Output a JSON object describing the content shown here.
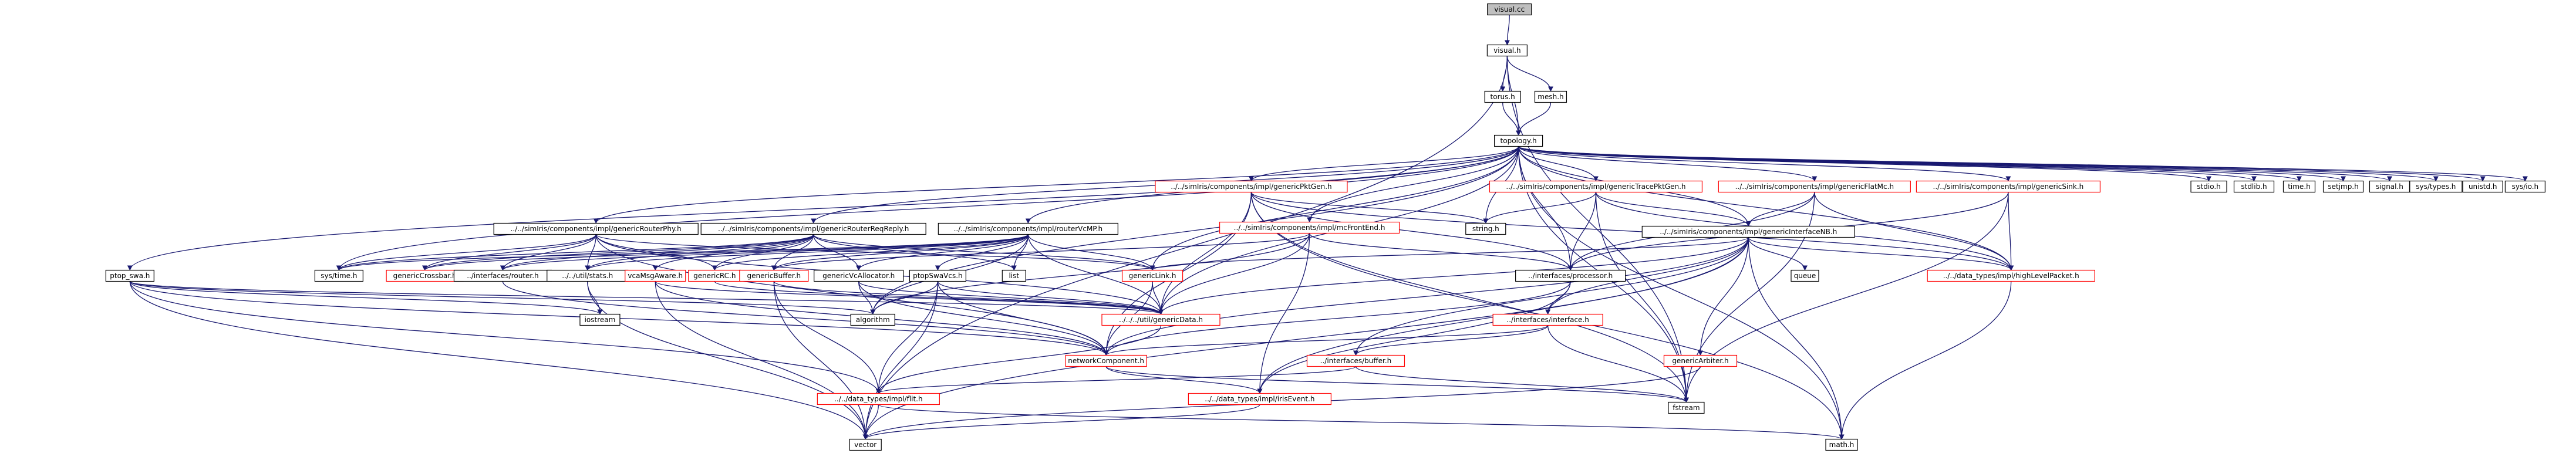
{
  "graph": {
    "nodes": [
      {
        "id": "visual_cc",
        "label": "visual.cc",
        "style": "root"
      },
      {
        "id": "visual_h",
        "label": "visual.h",
        "style": "plain"
      },
      {
        "id": "torus_h",
        "label": "torus.h",
        "style": "plain"
      },
      {
        "id": "mesh_h",
        "label": "mesh.h",
        "style": "plain"
      },
      {
        "id": "topology_h",
        "label": "topology.h",
        "style": "plain"
      },
      {
        "id": "routerphy",
        "label": "../../simIris/components/impl/genericRouterPhy.h",
        "style": "plain"
      },
      {
        "id": "routerreqreply",
        "label": "../../simIris/components/impl/genericRouterReqReply.h",
        "style": "plain"
      },
      {
        "id": "routervcmp",
        "label": "../../simIris/components/impl/routerVcMP.h",
        "style": "plain"
      },
      {
        "id": "pktgen",
        "label": "../../simIris/components/impl/genericPktGen.h",
        "style": "red"
      },
      {
        "id": "mcfrontend",
        "label": "../../simIris/components/impl/mcFrontEnd.h",
        "style": "red"
      },
      {
        "id": "tracepktgen",
        "label": "../../simIris/components/impl/genericTracePktGen.h",
        "style": "red"
      },
      {
        "id": "flatmc",
        "label": "../../simIris/components/impl/genericFlatMc.h",
        "style": "red"
      },
      {
        "id": "genericsink",
        "label": "../../simIris/components/impl/genericSink.h",
        "style": "red"
      },
      {
        "id": "interfacenb",
        "label": "../../simIris/components/impl/genericInterfaceNB.h",
        "style": "plain"
      },
      {
        "id": "stdio_h",
        "label": "stdio.h",
        "style": "plain"
      },
      {
        "id": "stdlib_h",
        "label": "stdlib.h",
        "style": "plain"
      },
      {
        "id": "time_h",
        "label": "time.h",
        "style": "plain"
      },
      {
        "id": "setjmp_h",
        "label": "setjmp.h",
        "style": "plain"
      },
      {
        "id": "signal_h",
        "label": "signal.h",
        "style": "plain"
      },
      {
        "id": "systypes_h",
        "label": "sys/types.h",
        "style": "plain"
      },
      {
        "id": "unistd_h",
        "label": "unistd.h",
        "style": "plain"
      },
      {
        "id": "sysio_h",
        "label": "sys/io.h",
        "style": "plain"
      },
      {
        "id": "ptop_swa",
        "label": "ptop_swa.h",
        "style": "plain"
      },
      {
        "id": "systime_h",
        "label": "sys/time.h",
        "style": "plain"
      },
      {
        "id": "genericcrossbar",
        "label": "genericCrossbar.h",
        "style": "red"
      },
      {
        "id": "ifrouter",
        "label": "../interfaces/router.h",
        "style": "plain"
      },
      {
        "id": "utildata",
        "label": "../../util/stats.h",
        "style": "plain"
      },
      {
        "id": "vcamag",
        "label": "vcaMsgAware.h",
        "style": "red"
      },
      {
        "id": "genericrc",
        "label": "genericRC.h",
        "style": "red"
      },
      {
        "id": "genericbuffer",
        "label": "genericBuffer.h",
        "style": "red"
      },
      {
        "id": "genericvcalloc",
        "label": "genericVcAllocator.h",
        "style": "plain"
      },
      {
        "id": "ptopswavcs",
        "label": "ptopSwaVcs.h",
        "style": "plain"
      },
      {
        "id": "list",
        "label": "list",
        "style": "plain"
      },
      {
        "id": "genericlink",
        "label": "genericLink.h",
        "style": "red"
      },
      {
        "id": "string_h",
        "label": "string.h",
        "style": "plain"
      },
      {
        "id": "ifprocessor",
        "label": "../interfaces/processor.h",
        "style": "plain"
      },
      {
        "id": "highlevelpacket",
        "label": "../../data_types/impl/highLevelPacket.h",
        "style": "red"
      },
      {
        "id": "queue",
        "label": "queue",
        "style": "plain"
      },
      {
        "id": "iostream",
        "label": "iostream",
        "style": "plain"
      },
      {
        "id": "algorithm",
        "label": "algorithm",
        "style": "plain"
      },
      {
        "id": "genericdata",
        "label": "../../../util/genericData.h",
        "style": "red"
      },
      {
        "id": "ifinterface",
        "label": "../interfaces/interface.h",
        "style": "red"
      },
      {
        "id": "networkcomponent",
        "label": "networkComponent.h",
        "style": "red"
      },
      {
        "id": "ifbuffer",
        "label": "../interfaces/buffer.h",
        "style": "red"
      },
      {
        "id": "genericarbiter",
        "label": "genericArbiter.h",
        "style": "red"
      },
      {
        "id": "flit_h",
        "label": "../../data_types/impl/flit.h",
        "style": "red"
      },
      {
        "id": "irisevent",
        "label": "../../data_types/impl/irisEvent.h",
        "style": "red"
      },
      {
        "id": "fstream",
        "label": "fstream",
        "style": "plain"
      },
      {
        "id": "vector",
        "label": "vector",
        "style": "plain"
      },
      {
        "id": "math_h",
        "label": "math.h",
        "style": "plain"
      }
    ],
    "edges": [
      [
        "visual_cc",
        "visual_h"
      ],
      [
        "visual_h",
        "torus_h"
      ],
      [
        "visual_h",
        "mesh_h"
      ],
      [
        "visual_h",
        "topology_h"
      ],
      [
        "visual_h",
        "fstream"
      ],
      [
        "visual_h",
        "vector"
      ],
      [
        "torus_h",
        "topology_h"
      ],
      [
        "mesh_h",
        "topology_h"
      ],
      [
        "topology_h",
        "routerphy"
      ],
      [
        "topology_h",
        "routerreqreply"
      ],
      [
        "topology_h",
        "routervcmp"
      ],
      [
        "topology_h",
        "pktgen"
      ],
      [
        "topology_h",
        "mcfrontend"
      ],
      [
        "topology_h",
        "tracepktgen"
      ],
      [
        "topology_h",
        "flatmc"
      ],
      [
        "topology_h",
        "genericsink"
      ],
      [
        "topology_h",
        "interfacenb"
      ],
      [
        "topology_h",
        "stdio_h"
      ],
      [
        "topology_h",
        "stdlib_h"
      ],
      [
        "topology_h",
        "time_h"
      ],
      [
        "topology_h",
        "setjmp_h"
      ],
      [
        "topology_h",
        "signal_h"
      ],
      [
        "topology_h",
        "systypes_h"
      ],
      [
        "topology_h",
        "unistd_h"
      ],
      [
        "topology_h",
        "sysio_h"
      ],
      [
        "topology_h",
        "ptop_swa"
      ],
      [
        "topology_h",
        "systime_h"
      ],
      [
        "topology_h",
        "genericlink"
      ],
      [
        "topology_h",
        "string_h"
      ],
      [
        "topology_h",
        "highlevelpacket"
      ],
      [
        "topology_h",
        "fstream"
      ],
      [
        "topology_h",
        "genericdata"
      ],
      [
        "topology_h",
        "algorithm"
      ],
      [
        "topology_h",
        "ifprocessor"
      ],
      [
        "topology_h",
        "math_h"
      ],
      [
        "routerphy",
        "systime_h"
      ],
      [
        "routerphy",
        "genericcrossbar"
      ],
      [
        "routerphy",
        "ifrouter"
      ],
      [
        "routerphy",
        "utildata"
      ],
      [
        "routerphy",
        "genericrc"
      ],
      [
        "routerphy",
        "genericlink"
      ],
      [
        "routerphy",
        "genericdata"
      ],
      [
        "routerphy",
        "networkcomponent"
      ],
      [
        "routerreqreply",
        "systime_h"
      ],
      [
        "routerreqreply",
        "genericcrossbar"
      ],
      [
        "routerreqreply",
        "ifrouter"
      ],
      [
        "routerreqreply",
        "utildata"
      ],
      [
        "routerreqreply",
        "vcamag"
      ],
      [
        "routerreqreply",
        "genericrc"
      ],
      [
        "routerreqreply",
        "genericbuffer"
      ],
      [
        "routerreqreply",
        "genericvcalloc"
      ],
      [
        "routerreqreply",
        "list"
      ],
      [
        "routerreqreply",
        "genericlink"
      ],
      [
        "routervcmp",
        "systime_h"
      ],
      [
        "routervcmp",
        "genericcrossbar"
      ],
      [
        "routervcmp",
        "ifrouter"
      ],
      [
        "routervcmp",
        "utildata"
      ],
      [
        "routervcmp",
        "genericrc"
      ],
      [
        "routervcmp",
        "genericbuffer"
      ],
      [
        "routervcmp",
        "genericvcalloc"
      ],
      [
        "routervcmp",
        "ptopswavcs"
      ],
      [
        "routervcmp",
        "list"
      ],
      [
        "routervcmp",
        "genericlink"
      ],
      [
        "routervcmp",
        "algorithm"
      ],
      [
        "routervcmp",
        "genericdata"
      ],
      [
        "pktgen",
        "string_h"
      ],
      [
        "pktgen",
        "ifprocessor"
      ],
      [
        "pktgen",
        "highlevelpacket"
      ],
      [
        "pktgen",
        "fstream"
      ],
      [
        "pktgen",
        "math_h"
      ],
      [
        "pktgen",
        "genericdata"
      ],
      [
        "pktgen",
        "networkcomponent"
      ],
      [
        "mcfrontend",
        "genericbuffer"
      ],
      [
        "mcfrontend",
        "ifprocessor"
      ],
      [
        "mcfrontend",
        "genericdata"
      ],
      [
        "mcfrontend",
        "irisevent"
      ],
      [
        "mcfrontend",
        "algorithm"
      ],
      [
        "tracepktgen",
        "string_h"
      ],
      [
        "tracepktgen",
        "ifprocessor"
      ],
      [
        "tracepktgen",
        "highlevelpacket"
      ],
      [
        "tracepktgen",
        "fstream"
      ],
      [
        "tracepktgen",
        "interfacenb"
      ],
      [
        "flatmc",
        "ifprocessor"
      ],
      [
        "flatmc",
        "highlevelpacket"
      ],
      [
        "flatmc",
        "fstream"
      ],
      [
        "flatmc",
        "interfacenb"
      ],
      [
        "genericsink",
        "ifprocessor"
      ],
      [
        "genericsink",
        "highlevelpacket"
      ],
      [
        "genericsink",
        "fstream"
      ],
      [
        "interfacenb",
        "genericlink"
      ],
      [
        "interfacenb",
        "genericdata"
      ],
      [
        "interfacenb",
        "ifinterface"
      ],
      [
        "interfacenb",
        "queue"
      ],
      [
        "interfacenb",
        "genericarbiter"
      ],
      [
        "interfacenb",
        "highlevelpacket"
      ],
      [
        "interfacenb",
        "networkcomponent"
      ],
      [
        "interfacenb",
        "ifbuffer"
      ],
      [
        "interfacenb",
        "irisevent"
      ],
      [
        "interfacenb",
        "vector"
      ],
      [
        "interfacenb",
        "math_h"
      ],
      [
        "ptop_swa",
        "iostream"
      ],
      [
        "ptop_swa",
        "algorithm"
      ],
      [
        "ptop_swa",
        "genericdata"
      ],
      [
        "ptop_swa",
        "flit_h"
      ],
      [
        "ptop_swa",
        "vector"
      ],
      [
        "ptop_swa",
        "networkcomponent"
      ],
      [
        "ifrouter",
        "networkcomponent"
      ],
      [
        "utildata",
        "vector"
      ],
      [
        "utildata",
        "iostream"
      ],
      [
        "vcamag",
        "genericdata"
      ],
      [
        "vcamag",
        "vector"
      ],
      [
        "vcamag",
        "networkcomponent"
      ],
      [
        "genericrc",
        "genericdata"
      ],
      [
        "genericbuffer",
        "flit_h"
      ],
      [
        "genericbuffer",
        "genericdata"
      ],
      [
        "genericbuffer",
        "vector"
      ],
      [
        "genericvcalloc",
        "genericdata"
      ],
      [
        "genericvcalloc",
        "algorithm"
      ],
      [
        "genericvcalloc",
        "networkcomponent"
      ],
      [
        "ptopswavcs",
        "algorithm"
      ],
      [
        "ptopswavcs",
        "genericdata"
      ],
      [
        "ptopswavcs",
        "flit_h"
      ],
      [
        "ptopswavcs",
        "vector"
      ],
      [
        "ptopswavcs",
        "networkcomponent"
      ],
      [
        "genericlink",
        "genericdata"
      ],
      [
        "genericlink",
        "networkcomponent"
      ],
      [
        "ifprocessor",
        "ifinterface"
      ],
      [
        "ifprocessor",
        "networkcomponent"
      ],
      [
        "ifprocessor",
        "irisevent"
      ],
      [
        "highlevelpacket",
        "math_h"
      ],
      [
        "genericdata",
        "flit_h"
      ],
      [
        "ifinterface",
        "networkcomponent"
      ],
      [
        "ifinterface",
        "ifbuffer"
      ],
      [
        "ifinterface",
        "fstream"
      ],
      [
        "networkcomponent",
        "irisevent"
      ],
      [
        "networkcomponent",
        "fstream"
      ],
      [
        "ifbuffer",
        "flit_h"
      ],
      [
        "ifbuffer",
        "fstream"
      ],
      [
        "genericarbiter",
        "vector"
      ],
      [
        "flit_h",
        "vector"
      ],
      [
        "flit_h",
        "math_h"
      ],
      [
        "irisevent",
        "vector"
      ]
    ]
  }
}
